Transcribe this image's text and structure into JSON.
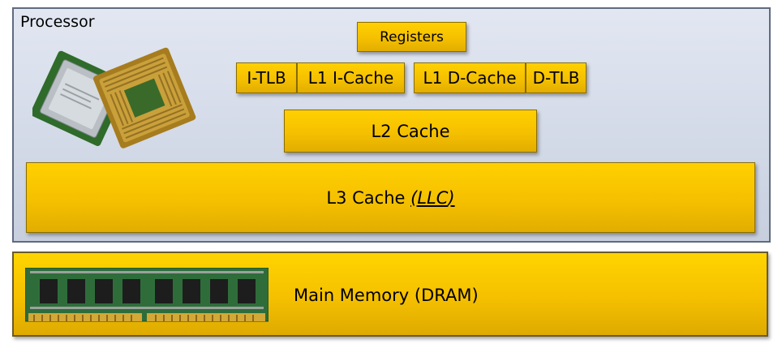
{
  "processor": {
    "label": "Processor"
  },
  "caches": {
    "registers": "Registers",
    "itlb": "I-TLB",
    "l1i": "L1 I-Cache",
    "l1d": "L1 D-Cache",
    "dtlb": "D-TLB",
    "l2": "L2 Cache",
    "l3_prefix": "L3 Cache",
    "l3_term": "LLC"
  },
  "memory": {
    "label": "Main Memory (DRAM)"
  },
  "colors": {
    "box_fill": "#f5c000",
    "processor_fill": "#d6dcea",
    "processor_border": "#5f6b80"
  },
  "icons": {
    "processor_image": "cpu-chip-icon",
    "memory_image": "dram-module-icon"
  }
}
